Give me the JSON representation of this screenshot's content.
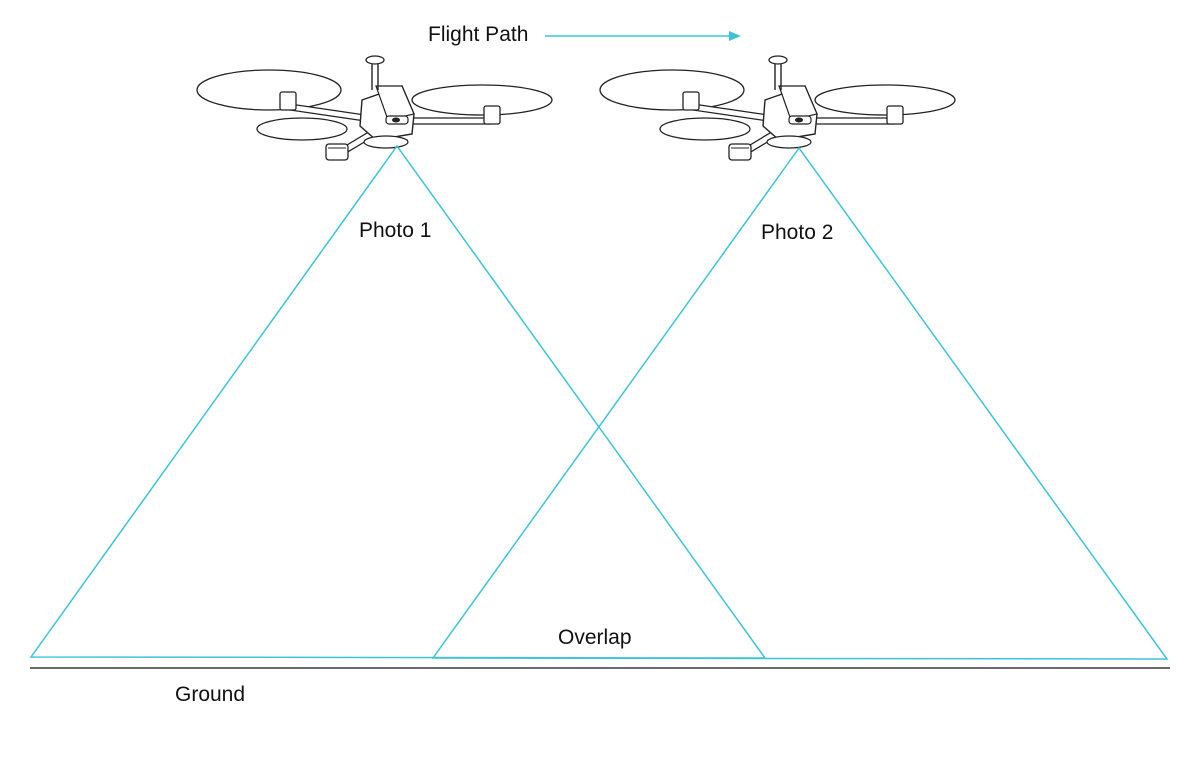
{
  "labels": {
    "flight_path": "Flight Path",
    "photo_1": "Photo 1",
    "photo_2": "Photo 2",
    "overlap": "Overlap",
    "ground": "Ground"
  },
  "colors": {
    "footprint": "#3ec3d6",
    "arrow": "#3ec3d6",
    "ground_line": "#111111",
    "drone_stroke": "#222222"
  },
  "icons": {
    "drone_1": "quadcopter-drone-icon",
    "drone_2": "quadcopter-drone-icon",
    "direction": "arrow-right-icon"
  }
}
